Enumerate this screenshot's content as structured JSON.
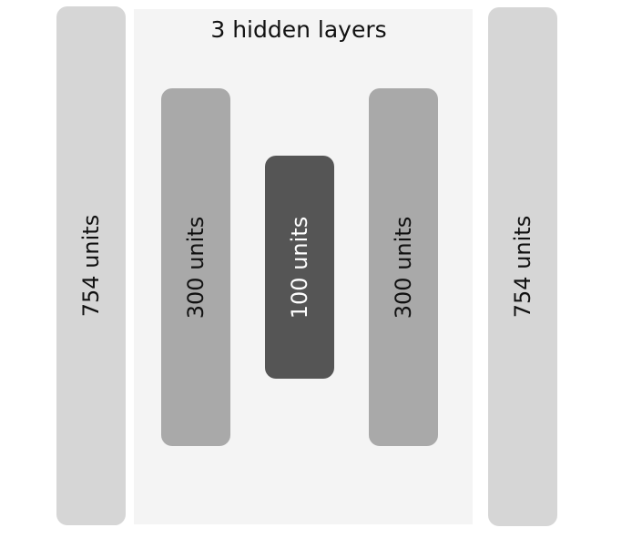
{
  "colors": {
    "panel_background": "#f4f4f4",
    "outer_layer": "#d6d6d6",
    "hidden_outer_layer": "#a9a9a9",
    "bottleneck_layer": "#555555",
    "dark_text": "#111111",
    "light_text": "#ffffff"
  },
  "hidden_group": {
    "title": "3 hidden layers"
  },
  "layers": [
    {
      "label": "754 units",
      "units": 754,
      "color": "#d6d6d6",
      "text_color": "#111111"
    },
    {
      "label": "300 units",
      "units": 300,
      "color": "#a9a9a9",
      "text_color": "#111111"
    },
    {
      "label": "100 units",
      "units": 100,
      "color": "#555555",
      "text_color": "#ffffff"
    },
    {
      "label": "300 units",
      "units": 300,
      "color": "#a9a9a9",
      "text_color": "#111111"
    },
    {
      "label": "754 units",
      "units": 754,
      "color": "#d6d6d6",
      "text_color": "#111111"
    }
  ]
}
